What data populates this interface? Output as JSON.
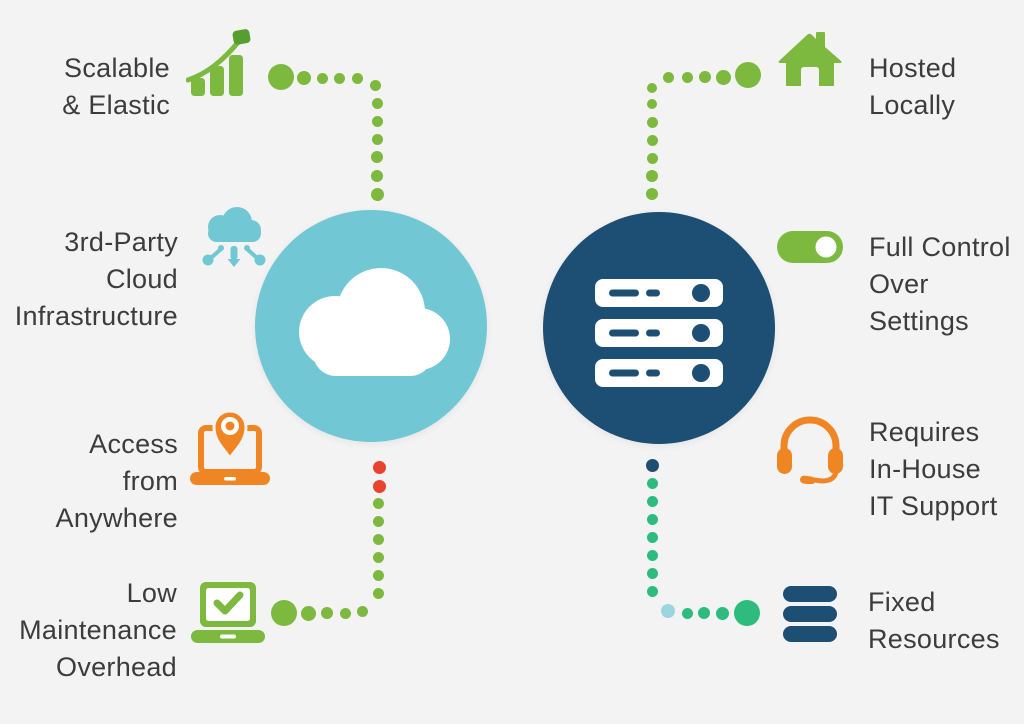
{
  "title": "Cloud vs Local Hosting Infographic",
  "palette": {
    "bg": "#f2f3f2",
    "text": "#3c3c3c",
    "green": "#7cb93e",
    "green_dark": "#569e2f",
    "teal": "#72c7d4",
    "navy": "#1d4e74",
    "orange": "#f08524",
    "red": "#e8432d",
    "emerald": "#2ebc7e",
    "light_blue": "#9ad5e0",
    "white": "#ffffff"
  },
  "labels": {
    "scalable": "Scalable\n& Elastic",
    "third_party": "3rd-Party\nCloud\nInfrastructure",
    "access": "Access\nfrom\nAnywhere",
    "maintenance": "Low\nMaintenance\nOverhead",
    "hosted": "Hosted\nLocally",
    "control": "Full Control\nOver\nSettings",
    "support": "Requires\nIn-House\nIT Support",
    "fixed": "Fixed\nResources"
  },
  "icons": {
    "left_column": [
      "bar-chart-growth-icon",
      "cloud-network-icon",
      "laptop-location-icon",
      "laptop-check-icon"
    ],
    "center": [
      "cloud-icon",
      "server-icon"
    ],
    "right_column": [
      "house-icon",
      "toggle-on-icon",
      "headset-icon",
      "server-stack-icon"
    ]
  },
  "connectors": [
    {
      "name": "scalable-connector",
      "dots": [
        [
          281,
          77,
          13,
          "green"
        ],
        [
          304,
          78,
          7,
          "green"
        ],
        [
          322,
          78,
          5.5,
          "green"
        ],
        [
          339,
          78,
          5.5,
          "green"
        ],
        [
          357,
          78,
          5.5,
          "green"
        ],
        [
          375,
          85,
          5.5,
          "green"
        ],
        [
          377,
          103,
          5.5,
          "green"
        ],
        [
          377,
          121,
          5.5,
          "green"
        ],
        [
          377,
          139,
          5.5,
          "green"
        ],
        [
          377,
          157,
          6,
          "green"
        ],
        [
          377,
          176,
          6,
          "green"
        ],
        [
          377,
          194,
          6.5,
          "green"
        ]
      ]
    },
    {
      "name": "maintenance-connector",
      "dots": [
        [
          379,
          467,
          6.5,
          "red"
        ],
        [
          379,
          486,
          6.5,
          "red"
        ],
        [
          378,
          503,
          5.5,
          "green"
        ],
        [
          378,
          521,
          5.5,
          "green"
        ],
        [
          378,
          539,
          5.5,
          "green"
        ],
        [
          378,
          557,
          5.5,
          "green"
        ],
        [
          378,
          575,
          5.5,
          "green"
        ],
        [
          378,
          593,
          5.5,
          "green"
        ],
        [
          362,
          611,
          5.5,
          "green"
        ],
        [
          345,
          613,
          5.5,
          "green"
        ],
        [
          327,
          613,
          6,
          "green"
        ],
        [
          308,
          613,
          7.5,
          "green"
        ],
        [
          284,
          613,
          13,
          "green"
        ]
      ]
    },
    {
      "name": "hosted-connector",
      "dots": [
        [
          748,
          75,
          13,
          "green"
        ],
        [
          723,
          77,
          7.5,
          "green"
        ],
        [
          705,
          77,
          6,
          "green"
        ],
        [
          687,
          77,
          5.5,
          "green"
        ],
        [
          668,
          77,
          5.5,
          "green"
        ],
        [
          652,
          88,
          5,
          "green"
        ],
        [
          652,
          104,
          5,
          "green"
        ],
        [
          652,
          122,
          5.5,
          "green"
        ],
        [
          652,
          140,
          5.5,
          "green"
        ],
        [
          652,
          158,
          5.5,
          "green"
        ],
        [
          652,
          176,
          6,
          "green"
        ],
        [
          652,
          194,
          6,
          "green"
        ]
      ]
    },
    {
      "name": "fixed-connector",
      "dots": [
        [
          652,
          465,
          6.5,
          "navy"
        ],
        [
          652,
          483,
          5.5,
          "emerald"
        ],
        [
          652,
          501,
          5.5,
          "emerald"
        ],
        [
          652,
          519,
          5.5,
          "emerald"
        ],
        [
          652,
          537,
          5.5,
          "emerald"
        ],
        [
          652,
          555,
          5.5,
          "emerald"
        ],
        [
          652,
          573,
          5.5,
          "emerald"
        ],
        [
          652,
          591,
          5.5,
          "emerald"
        ],
        [
          668,
          611,
          7,
          "light_blue"
        ],
        [
          687,
          613,
          5.5,
          "emerald"
        ],
        [
          704,
          613,
          6,
          "emerald"
        ],
        [
          722,
          613,
          6.5,
          "emerald"
        ],
        [
          747,
          613,
          13,
          "emerald"
        ]
      ]
    }
  ]
}
